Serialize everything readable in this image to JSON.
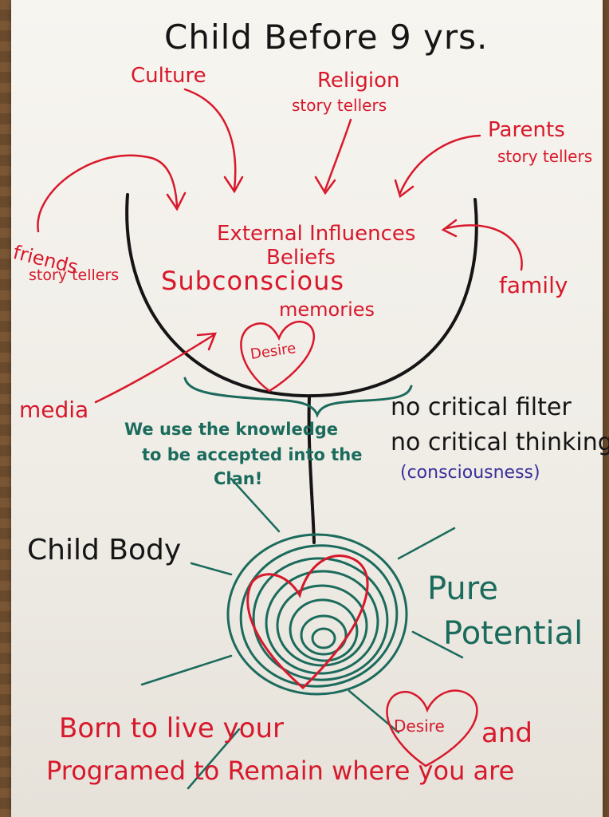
{
  "title": "Child Before 9 yrs.",
  "influences": {
    "culture": "Culture",
    "religion": "Religion",
    "religion_sub": "story tellers",
    "parents": "Parents",
    "parents_sub": "story tellers",
    "friends": "friends",
    "friends_sub": "story tellers",
    "family": "family",
    "media": "media"
  },
  "bowl": {
    "line1": "External Influences",
    "line2": "Beliefs",
    "line3": "Subconscious",
    "line4": "memories",
    "heart_label": "Desire"
  },
  "knowledge_note": {
    "line1": "We use the knowledge",
    "line2": "to be accepted into the",
    "line3": "Clan!"
  },
  "filters": {
    "line1": "no critical filter",
    "line2": "no critical thinking",
    "line3": "(consciousness)"
  },
  "body": {
    "child_body": "Child Body",
    "pure_line1": "Pure",
    "pure_line2": "Potential"
  },
  "footer": {
    "line1_a": "Born to live your",
    "heart_label": "Desire",
    "line1_b": "and",
    "line2": "Programed to Remain where you are"
  },
  "colors": {
    "red": "#d8182b",
    "black": "#151515",
    "teal": "#1b6b5c",
    "purple": "#3a2f9a"
  }
}
